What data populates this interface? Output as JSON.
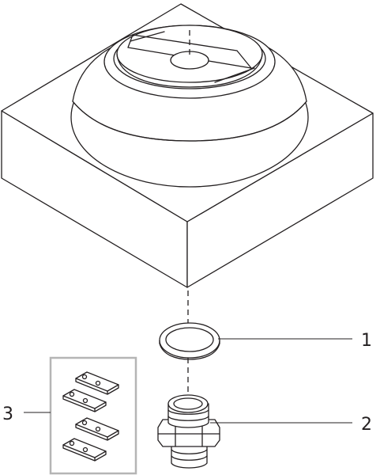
{
  "callouts": {
    "ring": "1",
    "nipple": "2",
    "seals": "3"
  },
  "colors": {
    "line": "#231f20",
    "box": "#b5b5b5",
    "background": "#ffffff"
  }
}
